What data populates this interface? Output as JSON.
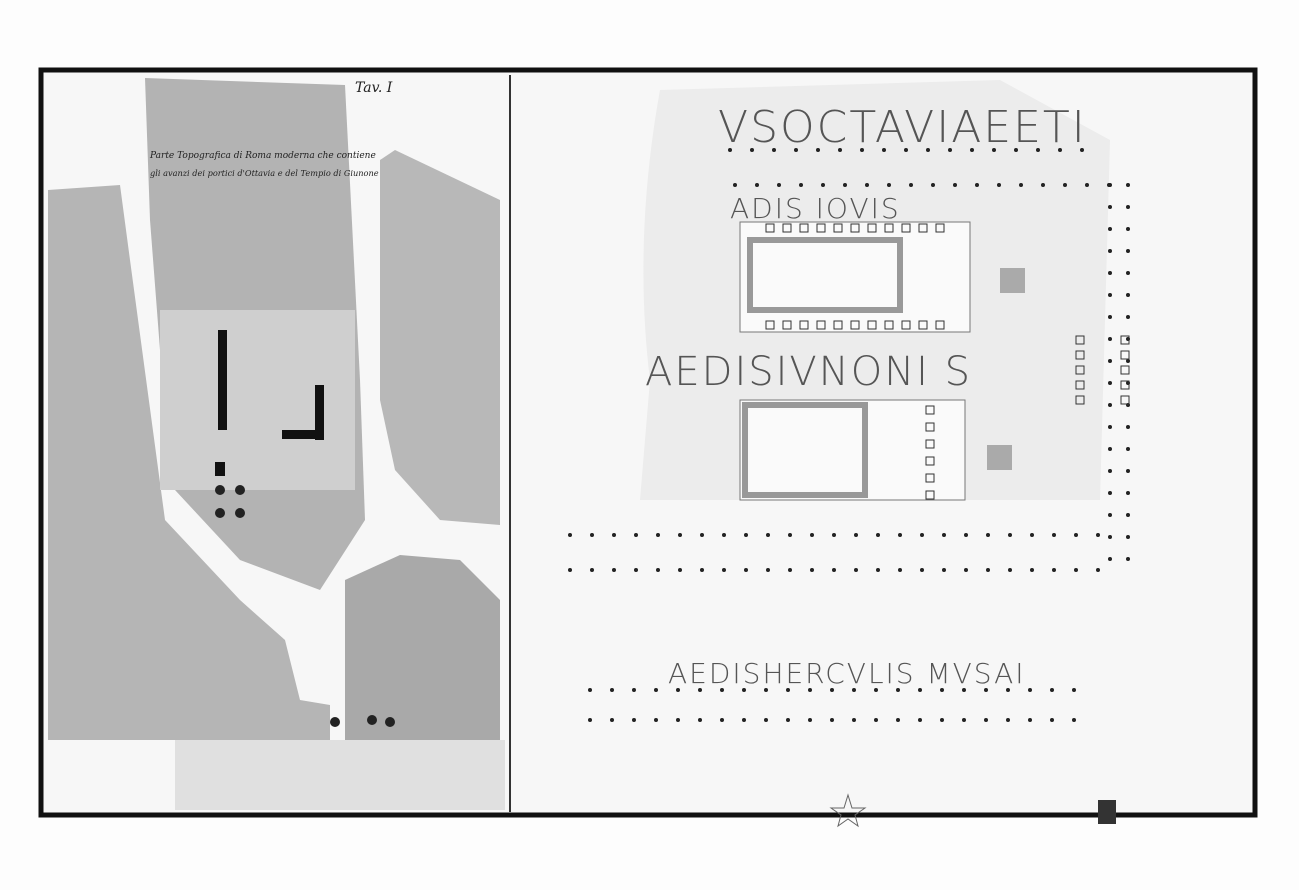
{
  "plate": {
    "number": "Tav. I",
    "left_title_line1": "Parte Topografica di Roma moderna che contiene",
    "left_title_line2": "gli avanzi dei portici d'Ottavia e del Tempio di Giunone"
  },
  "inscriptions": {
    "porticus": "VSOCTAVIAEETI",
    "jupiter": "ADIS IOVIS",
    "juno": "AEDISIVNONI S",
    "hercules": "AEDISHERCVLIS MVSAI"
  },
  "colors": {
    "paper": "#fdfdfd",
    "frame": "#111111",
    "shaded_block": "#b9b9b9",
    "wall": "#888888"
  }
}
